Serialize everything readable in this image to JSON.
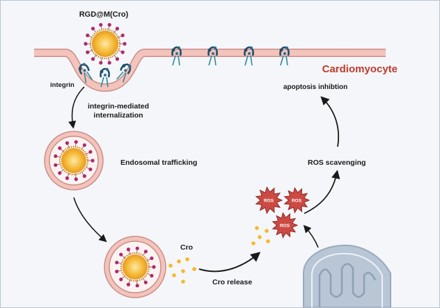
{
  "nanoparticle_label": "RGD@M(Cro)",
  "cell_label": "Cardiomyocyte",
  "integrin_label": "integrin",
  "step_internalization_line1": "integrin-mediated",
  "step_internalization_line2": "internalization",
  "step_endosomal": "Endosomal trafficking",
  "cro_label": "Cro",
  "step_release": "Cro release",
  "step_ros": "ROS scavenging",
  "step_apoptosis": "apoptosis inhibtion",
  "ros_label": "ROS",
  "colors": {
    "membrane": "#f3c3bc",
    "membrane_edge": "#c98f88",
    "title_red": "#c0392b",
    "ros_fill": "#cd4a44",
    "drug_yellow": "#f5b928",
    "ligand_magenta": "#b0276e",
    "integrin_teal": "#2b8aa0",
    "mitochondria": "#b8c6d6",
    "background": "#f4f6f9"
  },
  "icons": [
    "nanoparticle-icon",
    "integrin-receptor-icon",
    "endosome-icon",
    "ros-burst-icon",
    "mitochondrion-icon",
    "arrow-icon"
  ]
}
